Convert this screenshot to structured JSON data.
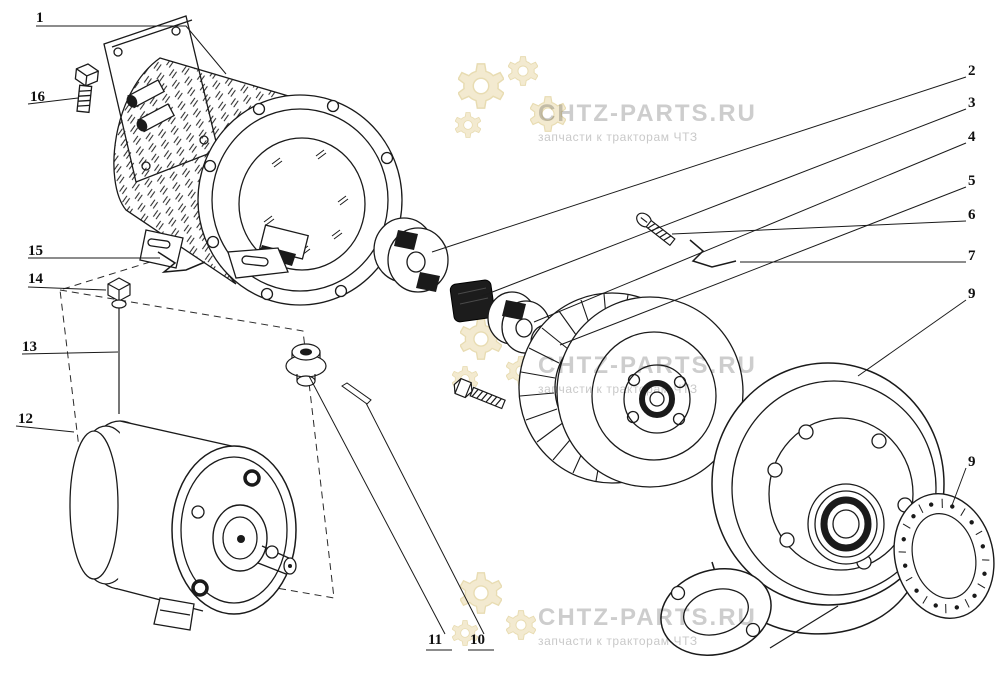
{
  "diagram": {
    "type": "exploded-parts-diagram",
    "background": "#ffffff",
    "line_color": "#1a1a1a"
  },
  "watermark": {
    "brand": "CHTZ-PARTS.RU",
    "subtitle": "запчасти к тракторам ЧТЗ",
    "text_color": "#cdcdcd",
    "gear_color": "#f3ead0"
  },
  "part_labels": [
    {
      "text": "1"
    },
    {
      "text": "2"
    },
    {
      "text": "3"
    },
    {
      "text": "4"
    },
    {
      "text": "5"
    },
    {
      "text": "6"
    },
    {
      "text": "7"
    },
    {
      "text": "9"
    },
    {
      "text": "9"
    },
    {
      "text": "10"
    },
    {
      "text": "11"
    },
    {
      "text": "12"
    },
    {
      "text": "13"
    },
    {
      "text": "14"
    },
    {
      "text": "15"
    },
    {
      "text": "16"
    }
  ]
}
